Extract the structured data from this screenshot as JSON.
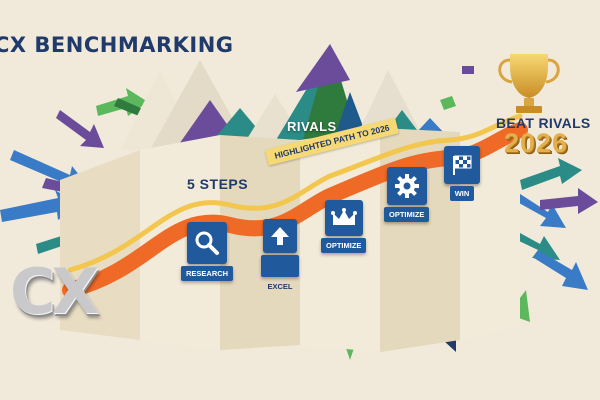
{
  "title": "CX BENCHMARKING",
  "labels": {
    "rivals": "RIVALS",
    "steps": "5 STEPS",
    "path": "HIGHLIGHTED PATH TO 2026",
    "beat_line1": "BEAT RIVALS",
    "beat_line2": "2026",
    "cx_logo": "CX"
  },
  "steps": [
    {
      "label": "RESEARCH",
      "icon": "magnifier-icon"
    },
    {
      "label": "EXCEL",
      "icon": "up-arrow-icon"
    },
    {
      "label": "OPTIMIZE",
      "icon": "crown-icon"
    },
    {
      "label": "OPTIMIZE",
      "icon": "gear-icon"
    },
    {
      "label": "WIN",
      "icon": "checkered-flag-icon"
    }
  ],
  "colors": {
    "background": "#f1eadb",
    "navy": "#1f3a6b",
    "step_blue": "#215a9c",
    "path_orange": "#ef6a26",
    "path_gold": "#f3c64d",
    "trophy_gold": "#e3b04b",
    "mountain_teal": "#2b8b86",
    "arrow_green": "#5cb85c",
    "arrow_blue": "#3a7bc8",
    "arrow_purple": "#6b4c9a"
  }
}
